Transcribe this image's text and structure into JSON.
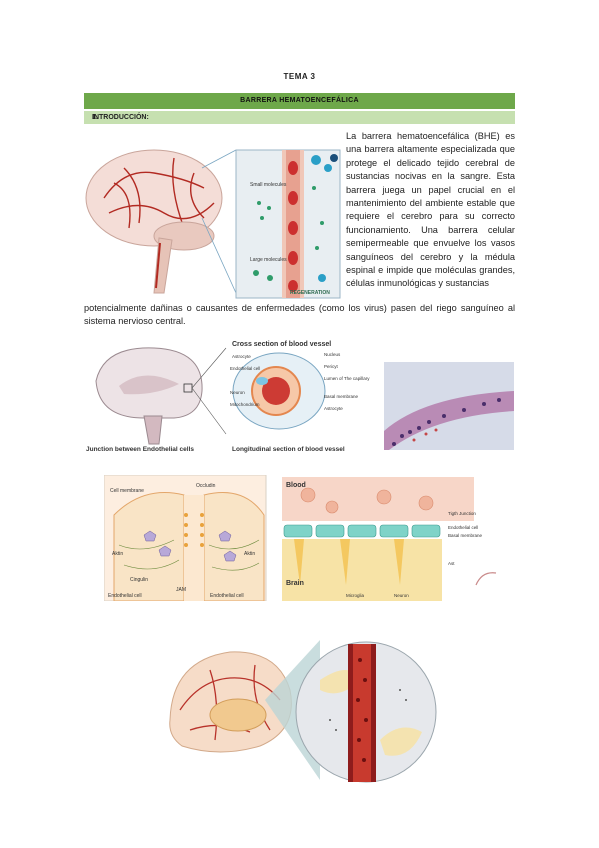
{
  "header": {
    "tema": "TEMA 3"
  },
  "title_bar": {
    "text": "BARRERA HEMATOENCEFÁLICA"
  },
  "section": {
    "number": "1.",
    "title": "INTRODUCCIÓN:"
  },
  "paragraph": {
    "part1": "La barrera hematoencefálica (BHE) es una barrera altamente especializada que protege el delicado tejido cerebral de sustancias nocivas en la sangre. Esta barrera juega un papel crucial en el mantenimiento del ambiente estable que requiere el cerebro para su correcto funcionamiento. Una barrera celular semipermeable que envuelve los vasos sanguíneos del cerebro y la médula espinal e impide que moléculas grandes, células inmunológicas y sustancias",
    "part2": "potencialmente dañinas o causantes de enfermedades (como los virus) pasen del riego sanguíneo al sistema nervioso central."
  },
  "figure1": {
    "small_molecules": "Small molecules",
    "large_molecules": "Large molecules",
    "brand": "REGENERATION"
  },
  "figure2": {
    "cross_section_title": "Cross section of blood vessel",
    "labels_left": [
      "Astrocyte",
      "Endothelial cell",
      "Neuron",
      "Mitochondrium"
    ],
    "labels_right": [
      "Nucleus",
      "Pericyt",
      "Lumen of The capillary",
      "Basal membrane",
      "Astrocyte"
    ],
    "junction_caption": "Junction between Endothelial cells",
    "longitudinal_caption": "Longitudinal section of blood vessel"
  },
  "figure3": {
    "cell_membrane": "Cell membrane",
    "occludin": "Occludin",
    "actin_left": "Aktin",
    "actin_right": "Aktin",
    "cingulin": "Cingulin",
    "jam": "JAM",
    "endo_left": "Endothelial cell",
    "endo_right": "Endothelial cell",
    "blood": "Blood",
    "brain": "Brain",
    "tight_junction": "Tigth Junction",
    "endothelial_cell": "Endothelial cell",
    "basal_membrane": "Basal membrane",
    "ast": "Ast",
    "microglia": "Microglia",
    "neuron": "Neuron"
  },
  "colors": {
    "green_bar": "#6ea84a",
    "section_bar": "#c6e0b0",
    "vessel_red": "#c0392b",
    "brain_pink": "#f3d6cf"
  }
}
